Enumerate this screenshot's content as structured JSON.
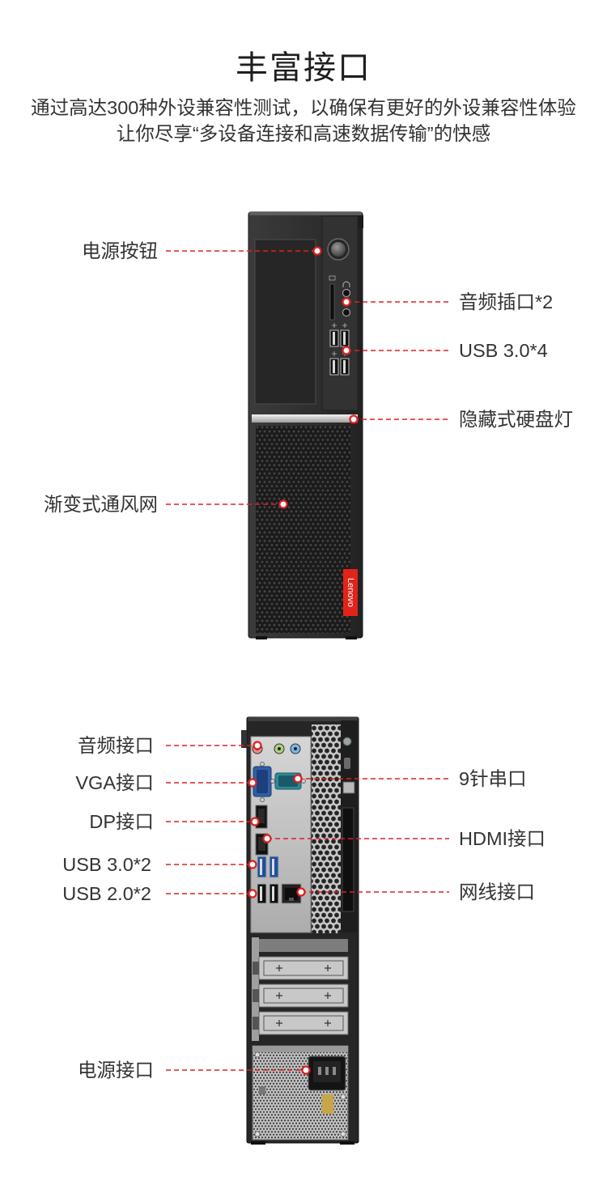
{
  "header": {
    "title": "丰富接口",
    "subtitle_line1": "通过高达300种外设兼容性测试，以确保有更好的外设兼容性体验",
    "subtitle_line2": "让你尽享“多设备连接和高速数据传输”的快感"
  },
  "front_view": {
    "callouts": {
      "power_button": "电源按钮",
      "audio_jacks": "音频插口*2",
      "usb": "USB 3.0*4",
      "hdd_light": "隐藏式硬盘灯",
      "vent": "渐变式通风网"
    },
    "brand_badge": "Lenovo"
  },
  "rear_view": {
    "callouts": {
      "audio": "音频接口",
      "vga": "VGA接口",
      "dp": "DP接口",
      "usb3": "USB 3.0*2",
      "usb2": "USB 2.0*2",
      "power": "电源接口",
      "serial": "9针串口",
      "hdmi": "HDMI接口",
      "lan": "网线接口"
    }
  },
  "colors": {
    "accent": "#e0201f",
    "text": "#333333",
    "background": "#ffffff",
    "badge": "#e2231a"
  }
}
